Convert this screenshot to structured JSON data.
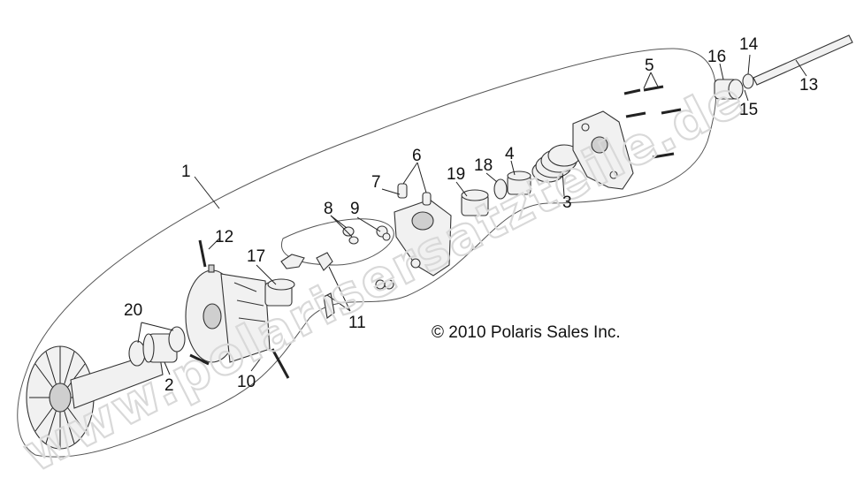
{
  "copyright": "© 2010 Polaris Sales Inc.",
  "watermark": "www.polarisersatzteile.de",
  "callouts": {
    "c1": "1",
    "c2": "2",
    "c3": "3",
    "c4": "4",
    "c5": "5",
    "c6": "6",
    "c7": "7",
    "c8": "8",
    "c9": "9",
    "c10": "10",
    "c11": "11",
    "c12": "12",
    "c13": "13",
    "c14": "14",
    "c15": "15",
    "c16": "16",
    "c17": "17",
    "c18": "18",
    "c19": "19",
    "c20": "20"
  }
}
